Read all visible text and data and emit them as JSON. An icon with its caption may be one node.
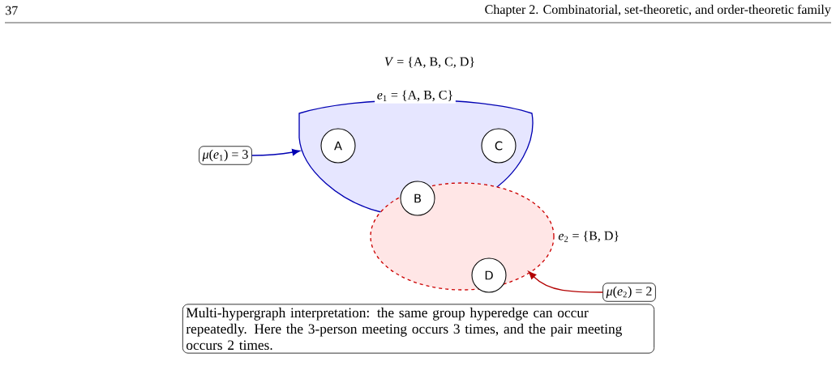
{
  "diagram": {
    "nodes": [
      {
        "text": [
          "*e*$_{1}$ = {A, B, C}"
        ]
      },
      {
        "text": [
          "*e*$_{2}$ = {B, D}"
        ]
      },
      {
        "text": [
          "A"
        ],
        "in": 0
      },
      {
        "text": [
          "C"
        ],
        "in": 0
      },
      {
        "text": [
          "B"
        ]
      },
      {
        "text": [
          "D"
        ],
        "in": 1
      },
      {
        "text": [
          "*μ*(*e*$_{1}$) = 3"
        ]
      },
      {
        "text": [
          "*μ*(*e*$_{2}$) = 2"
        ]
      },
      {
        "text": [
          "Multi-hypergraph interpretation: the same group hyperedge can occur repeatedly. Here the 3-person meeting occurs 3 times, and the pair meeting occurs 2 times."
        ]
      }
    ],
    "edges": [
      {
        "from": 6,
        "to": 0,
        "arrow": "to",
        "color": "#0000b3"
      },
      {
        "from": 7,
        "to": 1,
        "arrow": "to",
        "color": "#b30000"
      }
    ],
    "labels": [
      "37",
      "Chapter 2.  Combinatorial, set-theoretic, and order-theoretic family",
      "*V* = {A, B, C, D}"
    ]
  }
}
